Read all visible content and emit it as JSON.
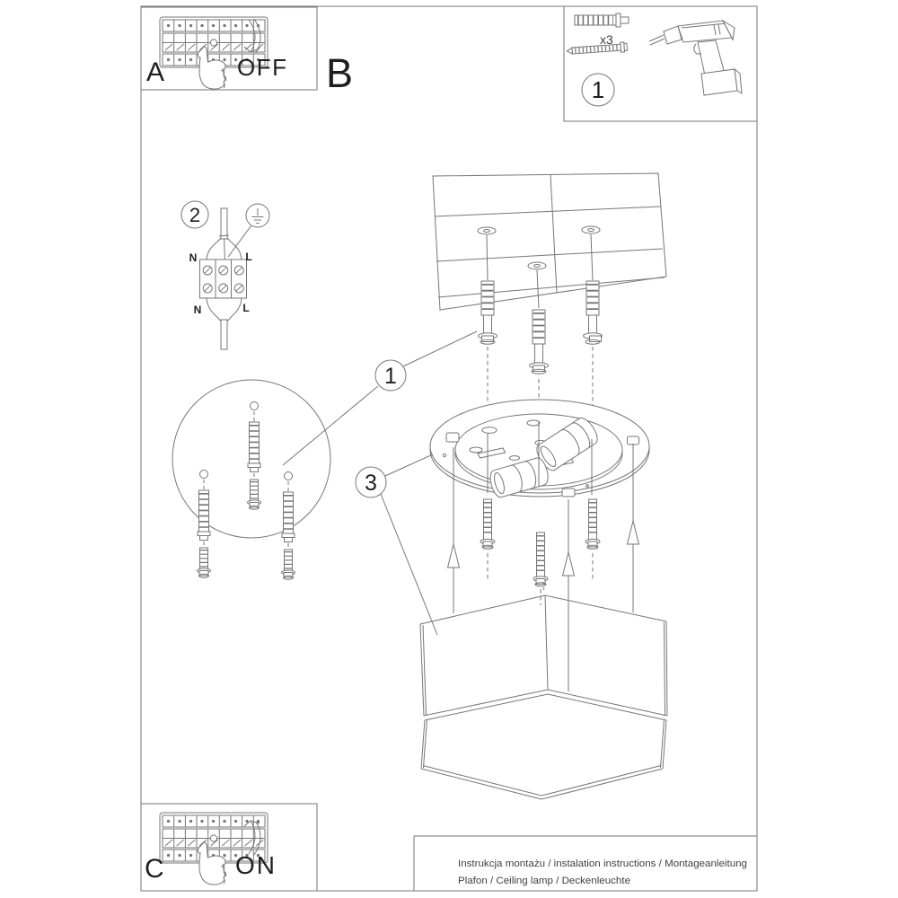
{
  "colors": {
    "line": "#767676",
    "text": "#1e1e1e",
    "caption_text": "#3f3f3f",
    "background": "#ffffff"
  },
  "boxes": {
    "breaker_off": {
      "letter": "A",
      "label": "OFF"
    },
    "section_label": "B",
    "tools": {
      "step": "1",
      "anchor_count": "x3"
    },
    "breaker_on": {
      "letter": "C",
      "label": "ON"
    }
  },
  "wiring": {
    "step": "2",
    "n_top": "N",
    "l_top": "L",
    "n_bottom": "N",
    "l_bottom": "L"
  },
  "callouts": {
    "step1": "1",
    "step3": "3"
  },
  "caption": {
    "line1": "Instrukcja montażu / instalation instructions / Montageanleitung",
    "line2": "Plafon / Ceiling lamp / Deckenleuchte"
  }
}
